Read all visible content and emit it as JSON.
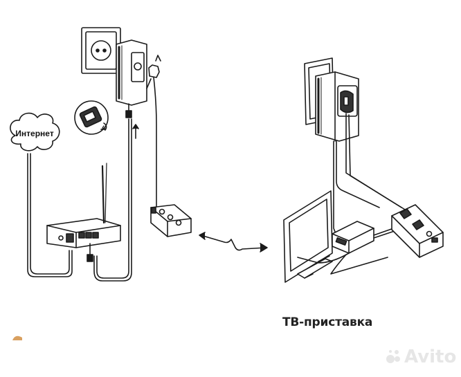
{
  "cloud": {
    "label": "Интернет"
  },
  "caption": {
    "text": "ТВ-приставка"
  },
  "watermark": {
    "text": "Avito"
  },
  "colors": {
    "line": "#1a1a1a",
    "fill_dark": "#333333",
    "watermark": "#e6e6e6",
    "corner_mark": "#d9a060"
  }
}
